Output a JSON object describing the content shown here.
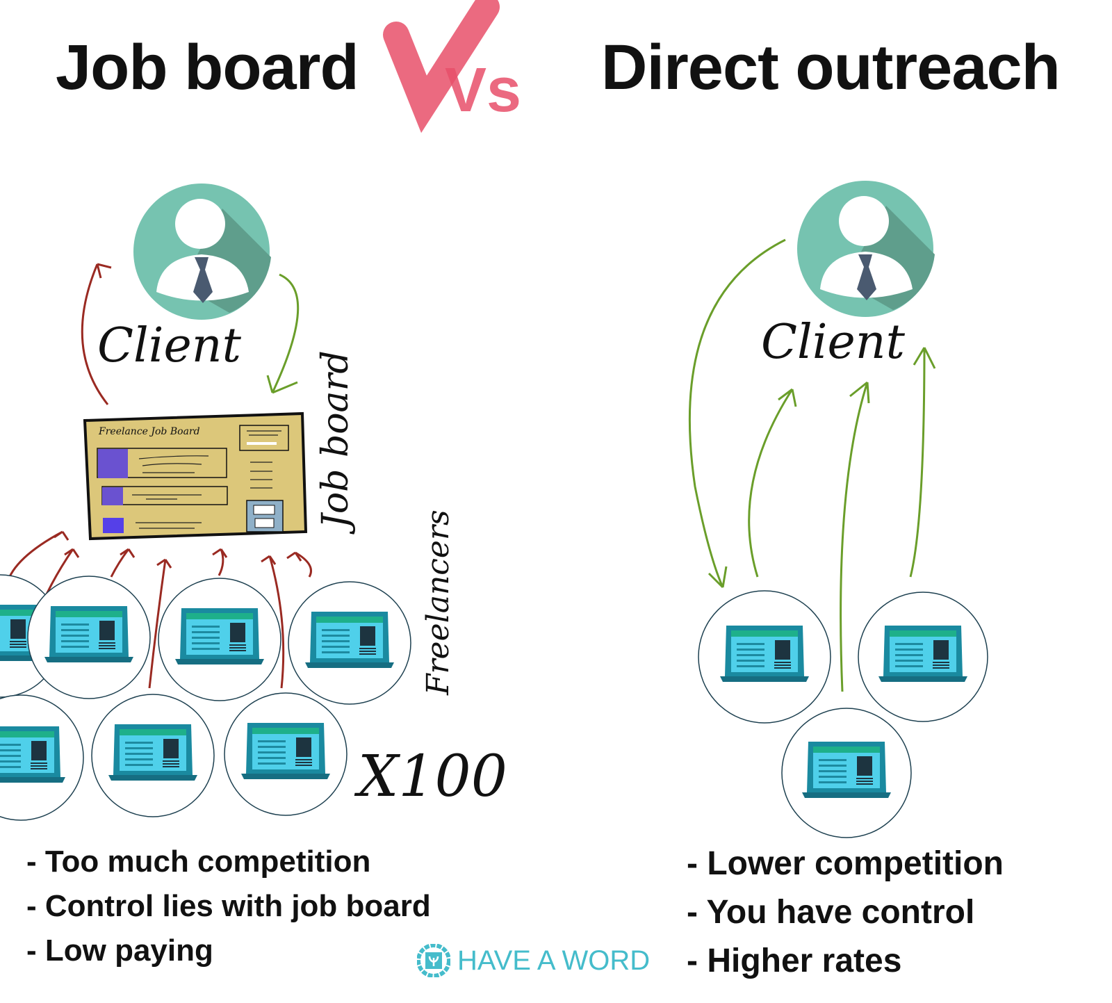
{
  "left": {
    "title": "Job board",
    "client_label": "Client",
    "board_heading": "Freelance Job Board",
    "board_label": "Job board",
    "freelancers_label": "Freelancers",
    "multiplier_label": "X100",
    "bullets": [
      "- Too much competition",
      "- Control lies with job board",
      "- Low paying"
    ]
  },
  "vs_label": "Vs",
  "right": {
    "title": "Direct outreach",
    "client_label": "Client",
    "bullets": [
      "- Lower competition",
      "- You have control",
      "- Higher rates"
    ]
  },
  "logo": {
    "text": "HAVE A WORD"
  },
  "colors": {
    "client_teal": "#76c3b0",
    "client_shadow": "#5f9e8c",
    "tie": "#4a5a70",
    "board": "#dcc77a",
    "job_purple": "#6a52d0",
    "red_arrow": "#9a2a22",
    "green_arrow": "#6a9e2a",
    "vs_red": "#e8506a",
    "logo_teal": "#45bccb",
    "laptop": "#1a8aa0",
    "screen": "#4fd0ea"
  }
}
